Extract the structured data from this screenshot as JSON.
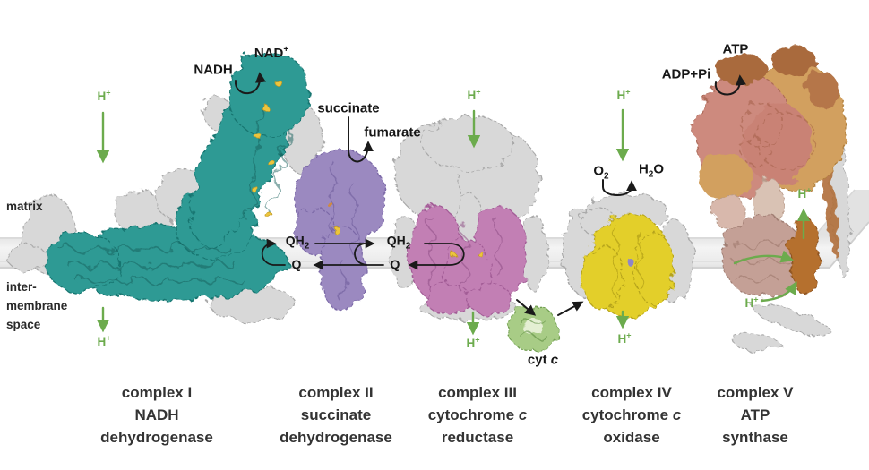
{
  "figure": "mitochondrial electron transport chain diagram",
  "membrane_labels": {
    "matrix": "matrix",
    "inter_line1": "inter-",
    "inter_line2": "membrane",
    "inter_line3": "space"
  },
  "annotations": {
    "nadh": "NADH",
    "nad": {
      "base": "NAD",
      "sup": "+"
    },
    "succinate": "succinate",
    "fumarate": "fumarate",
    "qh2": {
      "base": "QH",
      "sub": "2"
    },
    "q": "Q",
    "o2": {
      "base": "O",
      "sub": "2"
    },
    "h2o": {
      "p1": "H",
      "sub": "2",
      "p2": "O"
    },
    "adp_pi": "ADP+Pi",
    "atp": "ATP",
    "cyt_c": {
      "text": "cyt ",
      "italic": "c"
    },
    "h_plus": {
      "base": "H",
      "sup": "+"
    }
  },
  "complexes": [
    {
      "id": "complex-1",
      "line1": "complex I",
      "line2": "NADH",
      "line3": "dehydrogenase",
      "color": "#2f9a94"
    },
    {
      "id": "complex-2",
      "line1": "complex II",
      "line2": "succinate",
      "line3": "dehydrogenase",
      "color": "#9b89c0"
    },
    {
      "id": "complex-3",
      "line1": "complex III",
      "line2_text": "cytochrome ",
      "line2_italic": "c",
      "line3": "reductase",
      "color": "#c27fb4"
    },
    {
      "id": "complex-4",
      "line1": "complex IV",
      "line2_text": "cytochrome ",
      "line2_italic": "c",
      "line3": "oxidase",
      "color": "#e3cf2a"
    },
    {
      "id": "complex-5",
      "line1": "complex V",
      "line2": "ATP",
      "line3": "synthase",
      "color": "#cd8a7e"
    }
  ],
  "colors": {
    "proton_green": "#6cab4d",
    "arrow_black": "#1a1a1a",
    "membrane_gray": "#ededed",
    "protein_gray": "#d8d8d8",
    "cyt_c_green": "#a8cc86",
    "cofactor_gold": "#ecc53d",
    "complex5_tan": "#d2a05e",
    "complex5_brown": "#b5702f",
    "complex5_rosy": "#c4a096"
  }
}
